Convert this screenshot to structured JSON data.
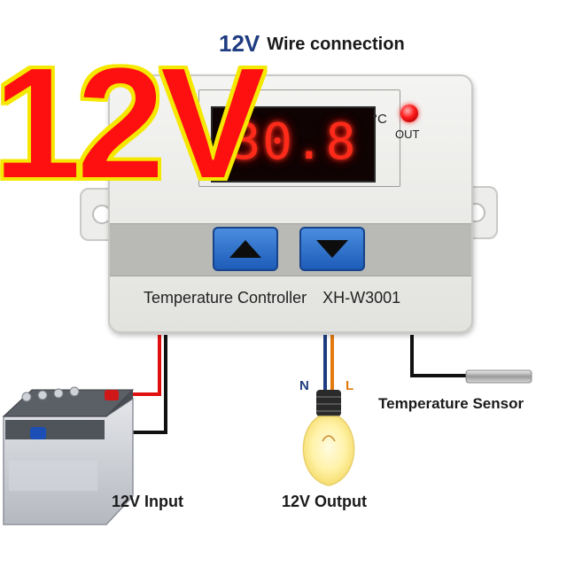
{
  "title": {
    "voltage": "12V",
    "text": "Wire connection"
  },
  "overlay": {
    "big_text": "12V"
  },
  "device": {
    "display_value": "30.8",
    "unit": "°C",
    "out_label": "OUT",
    "panel_label": "Temperature Controller",
    "model": "XH-W3001"
  },
  "buttons": {
    "up_icon": "triangle-up-icon",
    "down_icon": "triangle-down-icon"
  },
  "wiring": {
    "input_label": "12V Input",
    "output_label": "12V Output",
    "sensor_label": "Temperature Sensor",
    "neutral_letter": "N",
    "live_letter": "L"
  },
  "colors": {
    "overlay_red": "#ff1010",
    "overlay_outline": "#f5e800",
    "title_blue": "#1f3c80",
    "display_red": "#ff2a1a",
    "button_blue": "#2d6fcf",
    "wire_red": "#e01010",
    "wire_black": "#111111",
    "wire_orange": "#e27a10",
    "wire_blue": "#1f3c80"
  }
}
